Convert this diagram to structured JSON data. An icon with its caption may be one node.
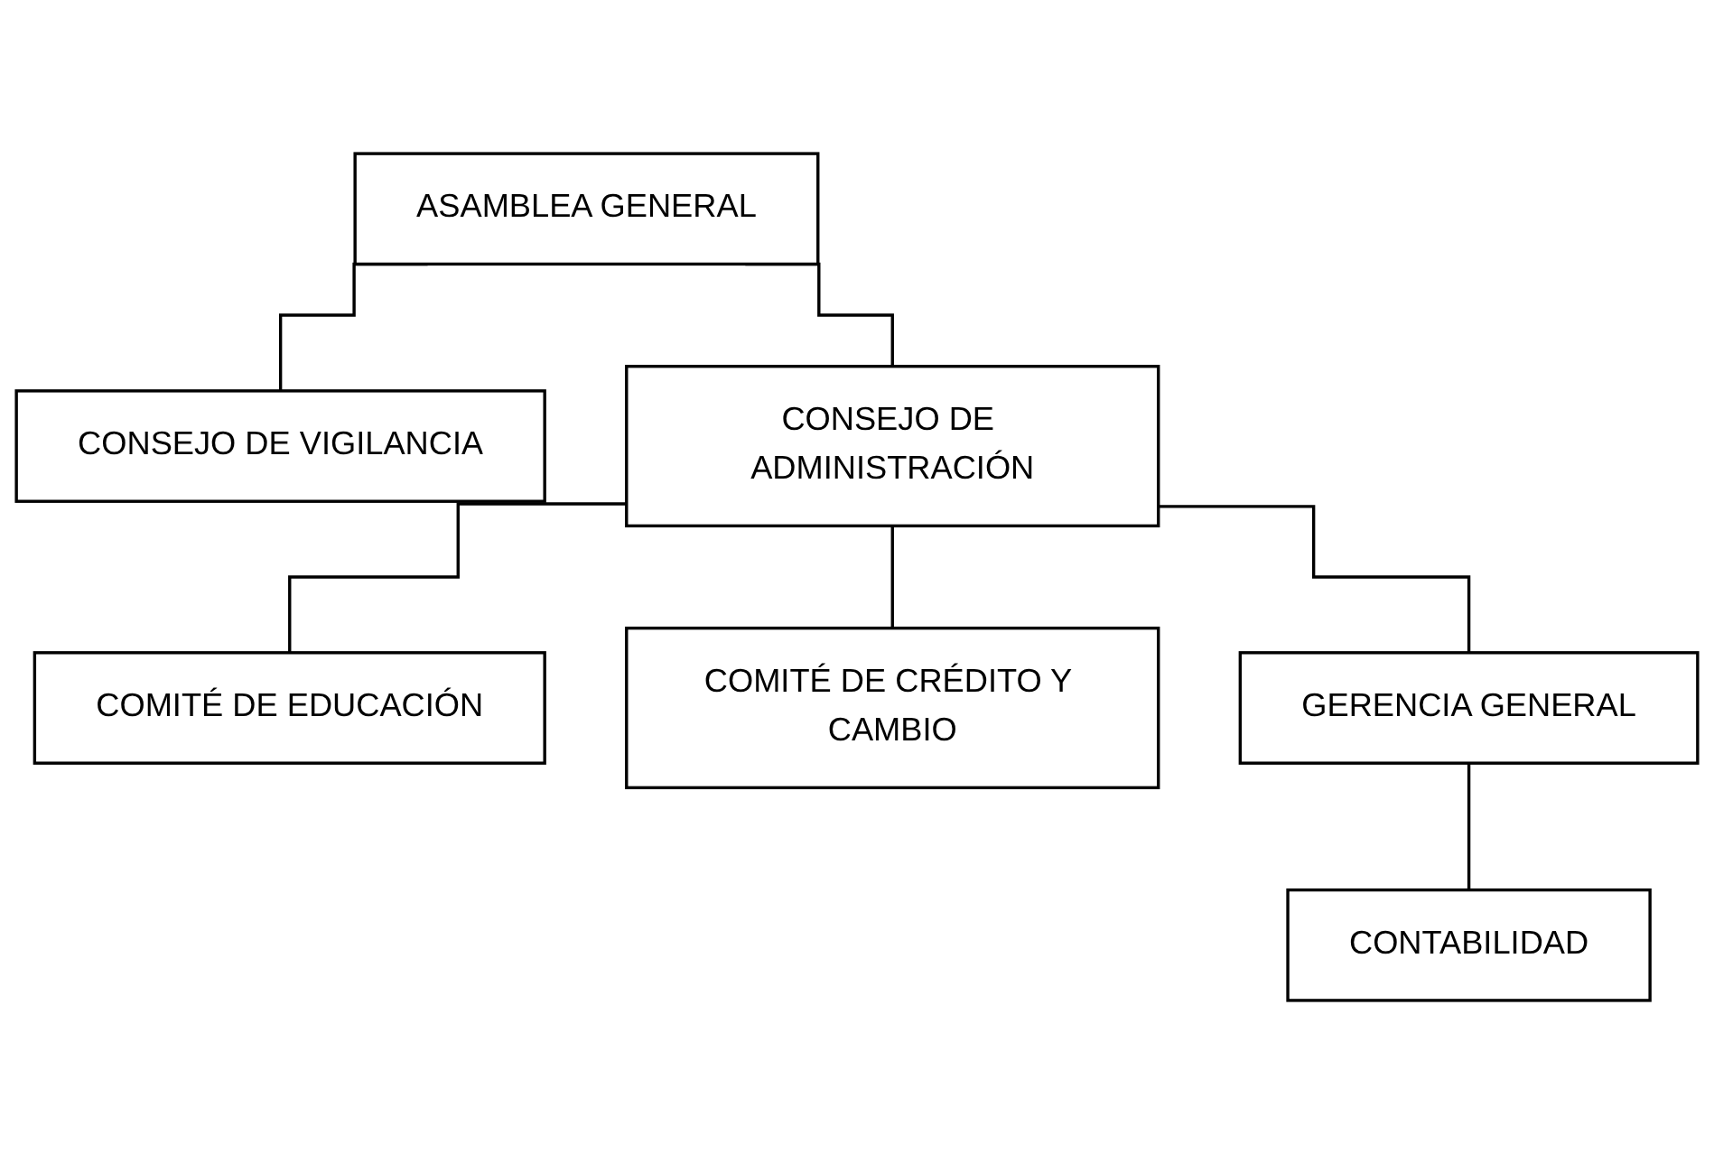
{
  "diagram": {
    "nodes": [
      {
        "text": [
          "ASAMBLEA GENERAL"
        ]
      },
      {
        "text": [
          "CONSEJO DE VIGILANCIA"
        ]
      },
      {
        "text": [
          "CONSEJO DE ADMINISTRACIÓN"
        ]
      },
      {
        "text": [
          "COMITÉ DE EDUCACIÓN"
        ]
      },
      {
        "text": [
          "COMITÉ DE CRÉDITO Y CAMBIO"
        ]
      },
      {
        "text": [
          "GERENCIA GENERAL"
        ]
      },
      {
        "text": [
          "CONTABILIDAD"
        ]
      }
    ],
    "edges": [
      {
        "from": 0,
        "to": 1,
        "arrow": "none"
      },
      {
        "from": 0,
        "to": 2,
        "arrow": "none"
      },
      {
        "from": 2,
        "to": 3,
        "arrow": "none"
      },
      {
        "from": 2,
        "to": 4,
        "arrow": "none"
      },
      {
        "from": 2,
        "to": 5,
        "arrow": "none"
      },
      {
        "from": 5,
        "to": 6,
        "arrow": "none"
      }
    ]
  }
}
